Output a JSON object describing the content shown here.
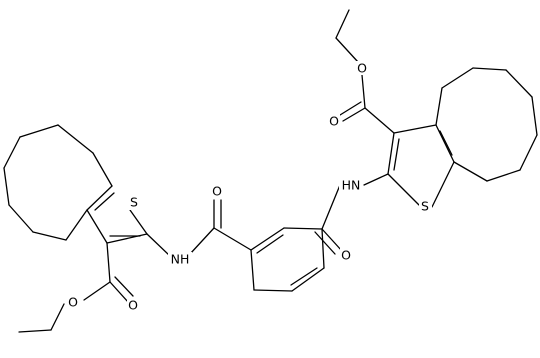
{
  "atoms": {
    "o_ester_right_top": "O",
    "o_carbonyl_right_ester": "O",
    "nh_right": "HN",
    "s_right": "S",
    "o_amide_left": "O",
    "o_amide_right": "O",
    "s_left": "S",
    "nh_left": "NH",
    "o_carbonyl_left_ester": "O",
    "o_ester_left_bottom": "O"
  }
}
